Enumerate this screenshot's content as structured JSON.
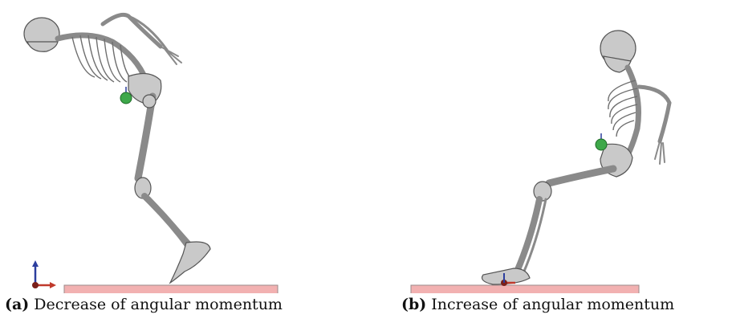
{
  "figure": {
    "panels": [
      {
        "label": "(a)",
        "caption": "Decrease of angular momentum"
      },
      {
        "label": "(b)",
        "caption": "Increase of angular momentum"
      }
    ],
    "colors": {
      "floor": "#f2b1b1",
      "com_marker": "#3ea84a",
      "axis_x": "#c0392b",
      "axis_y": "#2c3e9e",
      "bone": "#c9c9c9"
    }
  }
}
